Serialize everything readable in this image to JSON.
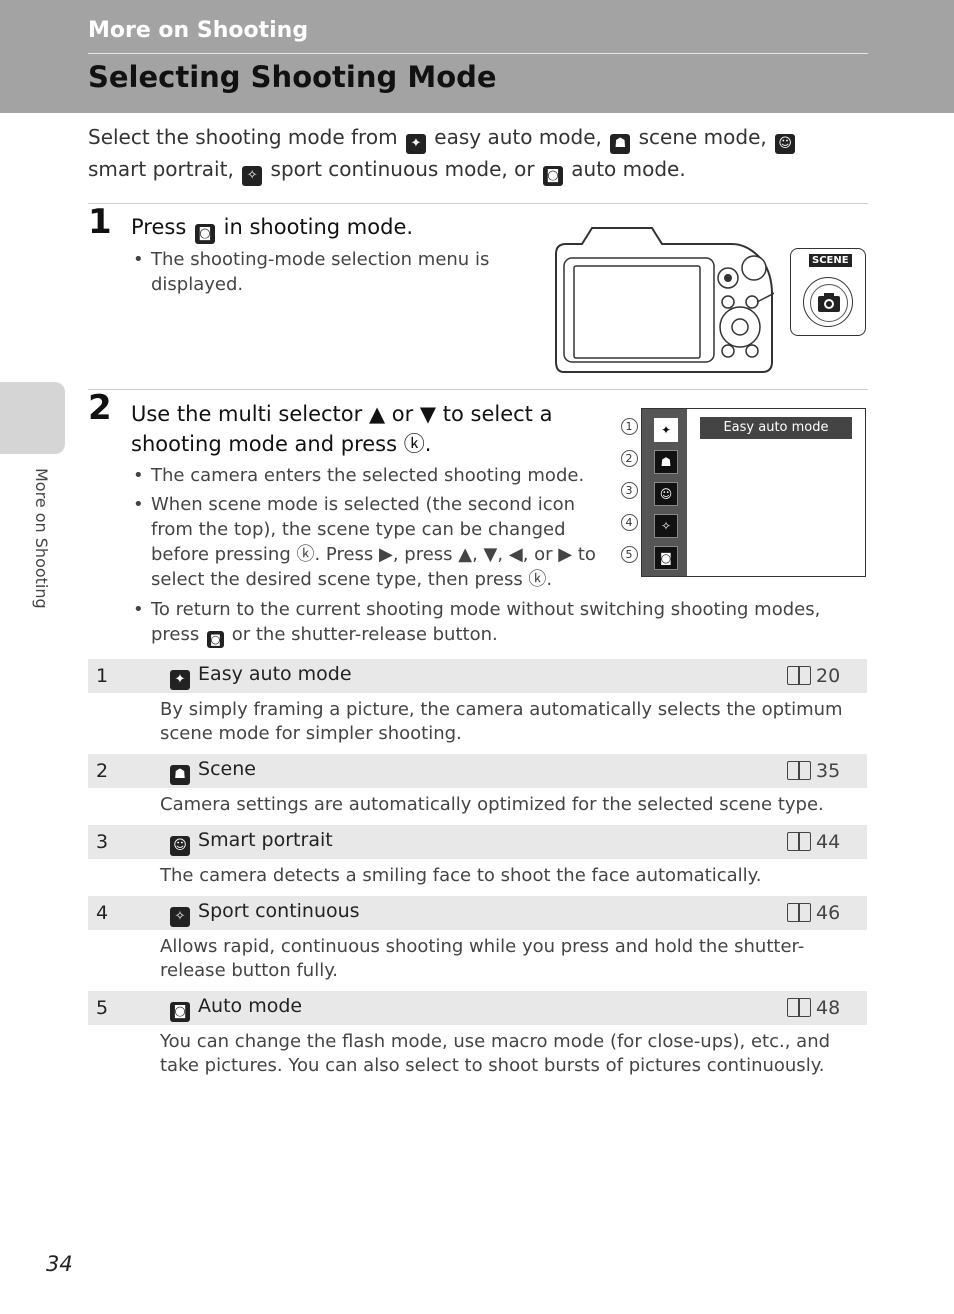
{
  "header": {
    "section": "More on Shooting",
    "title": "Selecting Shooting Mode"
  },
  "intro": {
    "p1": "Select the shooting mode from",
    "p2": "easy auto mode,",
    "p3": "scene mode,",
    "p4": "smart portrait,",
    "p5": "sport continuous mode, or",
    "p6": "auto mode."
  },
  "step1": {
    "number": "1",
    "head_pre": "Press",
    "head_post": "in shooting mode.",
    "bullet": "The shooting-mode selection menu is displayed.",
    "scene_label": "SCENE"
  },
  "step2": {
    "number": "2",
    "head": "Use the multi selector ▲ or ▼ to select a shooting mode and press ⓚ.",
    "bullets": [
      "The camera enters the selected shooting mode.",
      "When scene mode is selected (the second icon from the top), the scene type can be changed before pressing ⓚ. Press ▶, press ▲, ▼, ◀, or ▶ to select the desired scene type, then press ⓚ."
    ],
    "bullet_return": "To return to the current shooting mode without switching shooting modes, press",
    "bullet_return_end": "or the shutter-release button.",
    "menu_numbers": [
      "1",
      "2",
      "3",
      "4",
      "5"
    ],
    "menu_label": "Easy auto mode"
  },
  "modes": [
    {
      "num": "1",
      "title": "Easy auto mode",
      "ref": "20",
      "desc": "By simply framing a picture, the camera automatically selects the optimum scene mode for simpler shooting."
    },
    {
      "num": "2",
      "title": "Scene",
      "ref": "35",
      "desc": "Camera settings are automatically optimized for the selected scene type."
    },
    {
      "num": "3",
      "title": "Smart portrait",
      "ref": "44",
      "desc": "The camera detects a smiling face to shoot the face automatically."
    },
    {
      "num": "4",
      "title": "Sport continuous",
      "ref": "46",
      "desc": "Allows rapid, continuous shooting while you press and hold the shutter-release button fully."
    },
    {
      "num": "5",
      "title": "Auto mode",
      "ref": "48",
      "desc": "You can change the flash mode, use macro mode (for close-ups), etc., and take pictures. You can also select to shoot bursts of pictures continuously."
    }
  ],
  "side_tab": "More on Shooting",
  "page_number": "34"
}
